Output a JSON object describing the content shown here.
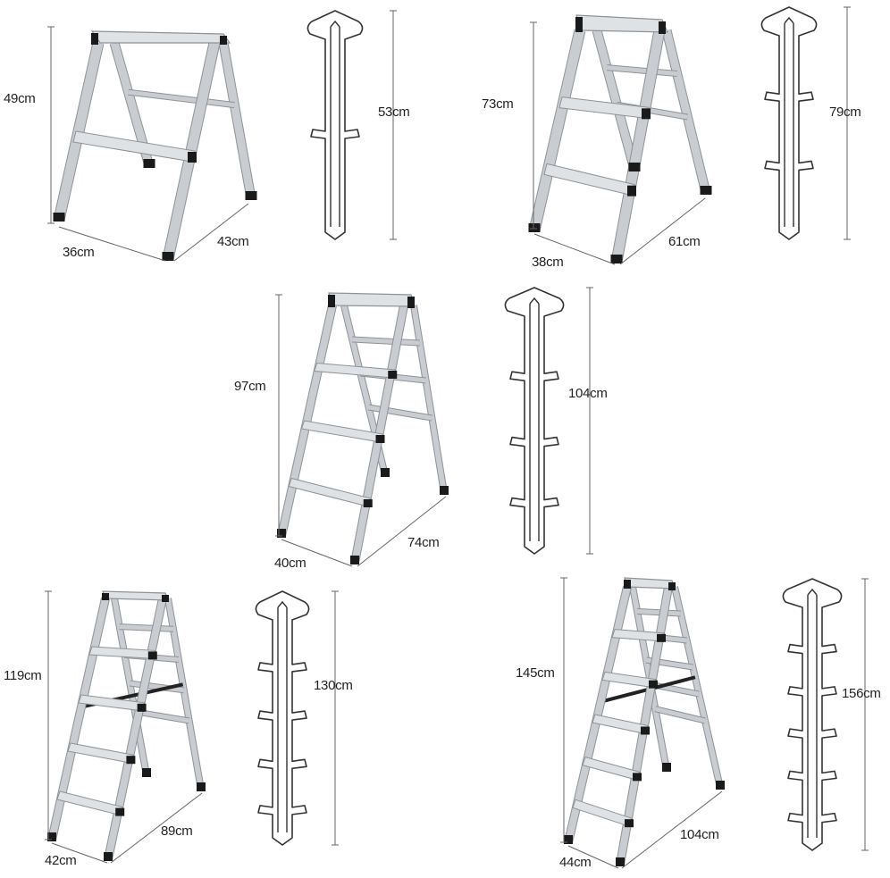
{
  "ladders": [
    {
      "steps": 2,
      "height": "49cm",
      "width": "36cm",
      "depth": "43cm",
      "profile_length": "53cm"
    },
    {
      "steps": 3,
      "height": "73cm",
      "width": "38cm",
      "depth": "61cm",
      "profile_length": "79cm"
    },
    {
      "steps": 4,
      "height": "97cm",
      "width": "40cm",
      "depth": "74cm",
      "profile_length": "104cm"
    },
    {
      "steps": 5,
      "height": "119cm",
      "width": "42cm",
      "depth": "89cm",
      "profile_length": "130cm"
    },
    {
      "steps": 6,
      "height": "145cm",
      "width": "44cm",
      "depth": "104cm",
      "profile_length": "156cm"
    }
  ],
  "colors": {
    "frame": "#c9ccd0",
    "frame_edge": "#8e9398",
    "tread": "#dfe2e5",
    "cap": "#1a1a1a",
    "profile_line": "#333333",
    "brace": "#222222"
  }
}
